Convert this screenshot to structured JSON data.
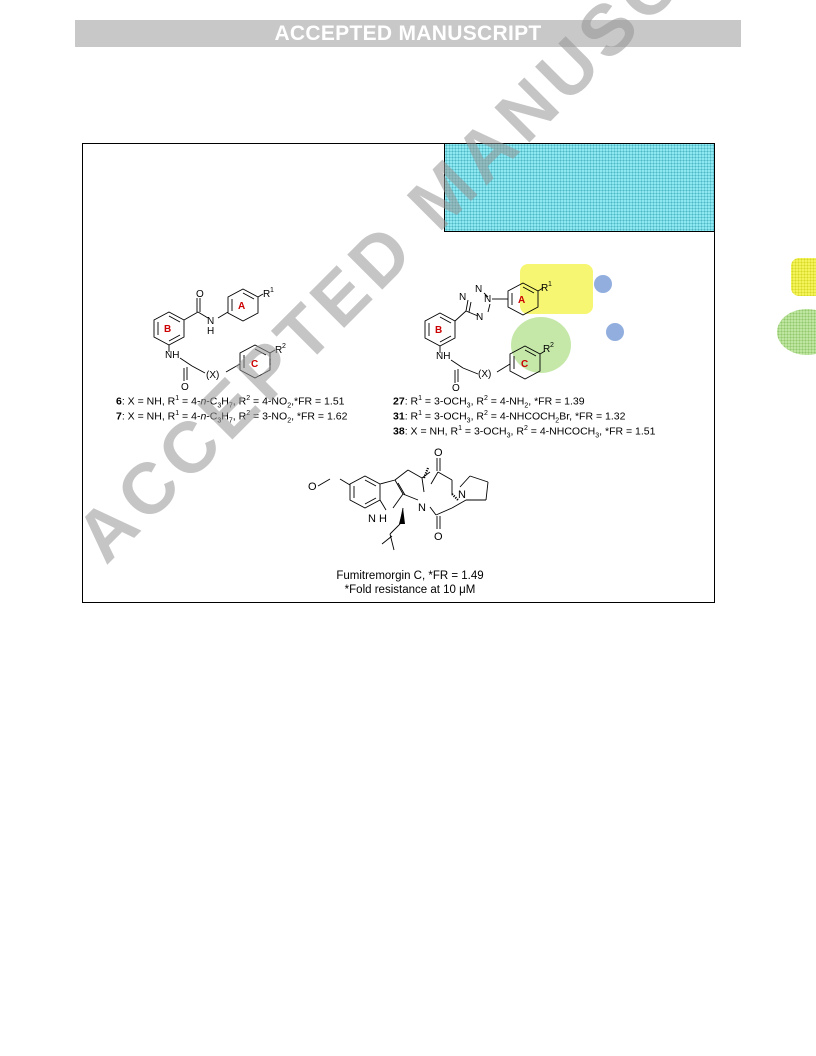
{
  "banner": {
    "title": "ACCEPTED MANUSCRIPT"
  },
  "watermark": {
    "text": "ACCEPTED MANUSCRIPT"
  },
  "structures": {
    "left": {
      "ring_a": "A",
      "ring_b": "B",
      "ring_c": "C",
      "o1": "O",
      "nh1": "N",
      "h1": "H",
      "nh2": "NH",
      "o2": "O",
      "x": "(X)",
      "r1": "R",
      "r1_sup": "1",
      "r2": "R",
      "r2_sup": "2"
    },
    "right": {
      "ring_a": "A",
      "ring_b": "B",
      "ring_c": "C",
      "tz_n1": "N",
      "tz_n2": "N",
      "tz_n3": "N",
      "tz_n4": "N",
      "nh": "NH",
      "o": "O",
      "x": "(X)",
      "r1": "R",
      "r1_sup": "1",
      "r2": "R",
      "r2_sup": "2"
    },
    "fumitremorgin": {
      "o_methoxy": "O",
      "nh": "N",
      "h": "H",
      "n1": "N",
      "n2": "N",
      "o1": "O",
      "o2": "O"
    }
  },
  "captions": {
    "c6": {
      "num": "6",
      "x": ": X = NH, R",
      "s1": "1",
      "p1": " = 4-",
      "n": "n",
      "p2": "-C",
      "sub3": "3",
      "p3": "H",
      "sub7": "7",
      "p4": ", R",
      "s2": "2",
      "p5": " = 4-NO",
      "sub2": "2",
      "p6": ",*FR = 1.51"
    },
    "c7": {
      "num": "7",
      "x": ": X = NH, R",
      "s1": "1",
      "p1": " = 4-",
      "n": "n",
      "p2": "-C",
      "sub3": "3",
      "p3": "H",
      "sub7": "7",
      "p4": ", R",
      "s2": "2",
      "p5": " = 3-NO",
      "sub2": "2",
      "p6": ", *FR = 1.62"
    },
    "c27": {
      "num": "27",
      "t1": ": R",
      "s1": "1",
      "t2": " = 3-OCH",
      "sub3": "3",
      "t3": ", R",
      "s2": "2",
      "t4": " = 4-NH",
      "sub2": "2",
      "t5": ", *FR = 1.39"
    },
    "c31": {
      "num": "31",
      "t1": ": R",
      "s1": "1",
      "t2": " = 3-OCH",
      "sub3": "3",
      "t3": ", R",
      "s2": "2",
      "t4": " = 4-NHCOCH",
      "sub2": "2",
      "t5": "Br, *FR = 1.32"
    },
    "c38": {
      "num": "38",
      "t1": ": X = NH, R",
      "s1": "1",
      "t2": " = 3-OCH",
      "sub3": "3",
      "t3": ", R",
      "s2": "2",
      "t4": " = 4-NHCOCH",
      "sub3b": "3",
      "t5": ", *FR = 1.51"
    },
    "fumi_line1": "Fumitremorgin C, *FR = 1.49",
    "fumi_line2_a": "*Fold resistance at 10 ",
    "fumi_line2_mu": "μ",
    "fumi_line2_b": "M"
  },
  "colors": {
    "ring_label": "#cc0000",
    "cyan": "#8ee8f2",
    "yellow": "#f4f45a",
    "green": "#bfe6a0",
    "blue": "#7fa0d8"
  }
}
